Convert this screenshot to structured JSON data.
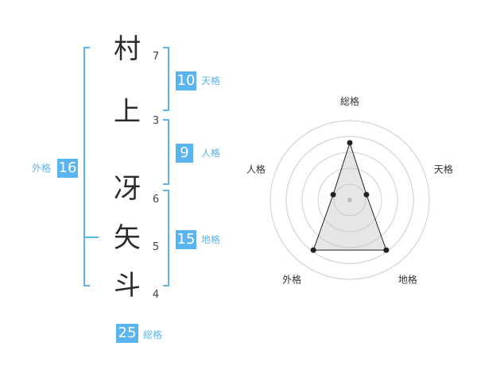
{
  "name": {
    "chars": [
      {
        "char": "村",
        "strokes": "7"
      },
      {
        "char": "上",
        "strokes": "3"
      },
      {
        "char": "冴",
        "strokes": "6"
      },
      {
        "char": "矢",
        "strokes": "5"
      },
      {
        "char": "斗",
        "strokes": "4"
      }
    ]
  },
  "fortunes": {
    "tenkaku": {
      "value": "10",
      "label": "天格"
    },
    "jinkaku": {
      "value": "9",
      "label": "人格"
    },
    "chikaku": {
      "value": "15",
      "label": "地格"
    },
    "gaikaku": {
      "value": "16",
      "label": "外格"
    },
    "soukaku": {
      "value": "25",
      "label": "総格"
    }
  },
  "colors": {
    "accent": "#5ab4ef",
    "text": "#2b2b2b"
  },
  "chart_data": {
    "type": "radar",
    "axes": [
      "総格",
      "天格",
      "地格",
      "外格",
      "人格"
    ],
    "values": [
      0.72,
      0.22,
      0.78,
      0.78,
      0.22
    ],
    "range": [
      0,
      1
    ]
  }
}
